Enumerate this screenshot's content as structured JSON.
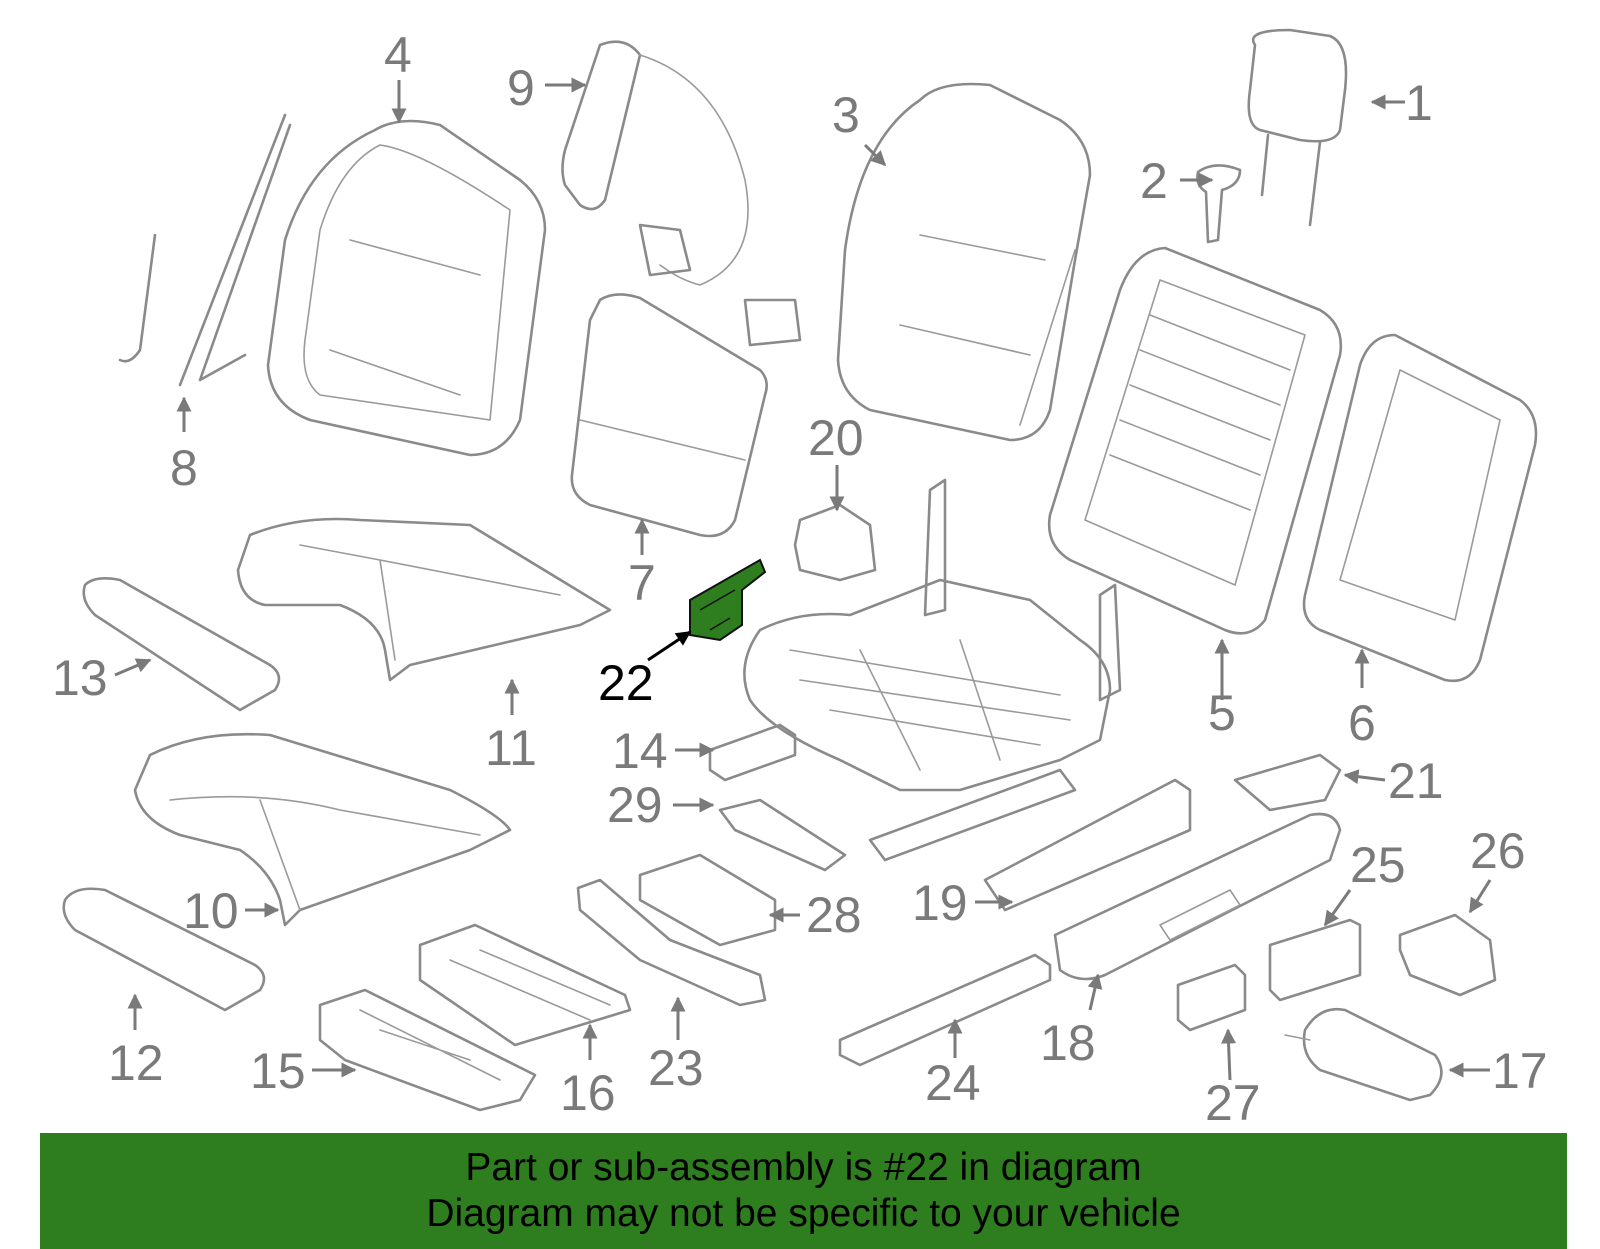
{
  "highlight_color": "#2e7d1e",
  "highlighted_part": "22",
  "callouts": [
    "1",
    "2",
    "3",
    "4",
    "5",
    "6",
    "7",
    "8",
    "9",
    "10",
    "11",
    "12",
    "13",
    "14",
    "15",
    "16",
    "17",
    "18",
    "19",
    "20",
    "21",
    "22",
    "23",
    "24",
    "25",
    "26",
    "27",
    "28",
    "29"
  ],
  "banner": {
    "line1": "Part or sub-assembly is #22 in diagram",
    "line2": "Diagram may not be specific to your vehicle"
  }
}
